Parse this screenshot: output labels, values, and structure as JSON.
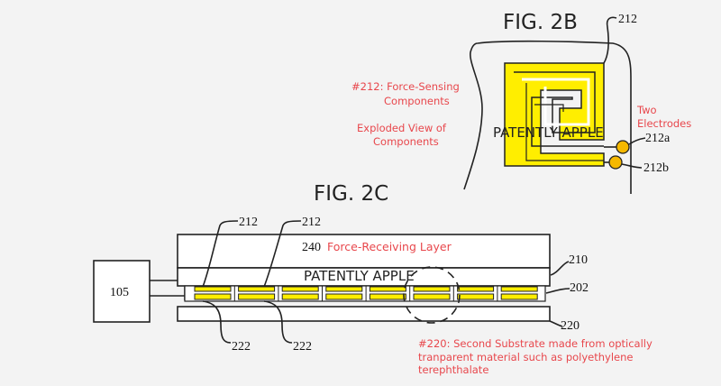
{
  "fig2b": {
    "title": "FIG. 2B",
    "ref_212": "212",
    "ref_212a": "212a",
    "ref_212b": "212b",
    "watermark": "PATENTLY APPLE",
    "note_force_1": "#212: Force-Sensing",
    "note_force_2": "Components",
    "note_exploded_1": "Exploded View of",
    "note_exploded_2": "Components",
    "note_electrodes_1": "Two",
    "note_electrodes_2": "Electrodes"
  },
  "fig2c": {
    "title": "FIG. 2C",
    "ref_105": "105",
    "ref_212_left": "212",
    "ref_212_right": "212",
    "ref_240": "240",
    "layer_240_label": "Force-Receiving Layer",
    "watermark": "PATENTLY APPLE",
    "ref_210": "210",
    "ref_202": "202",
    "ref_220": "220",
    "ref_222_left": "222",
    "ref_222_right": "222",
    "note_220_1": "#220: Second Substrate made from optically",
    "note_220_2": "tranparent material such as polyethylene",
    "note_220_3": "terephthalate",
    "pad_count": 8
  },
  "colors": {
    "electrode": "#ffee00",
    "electrode_dot": "#f5b800",
    "annotation": "#e8474c"
  }
}
